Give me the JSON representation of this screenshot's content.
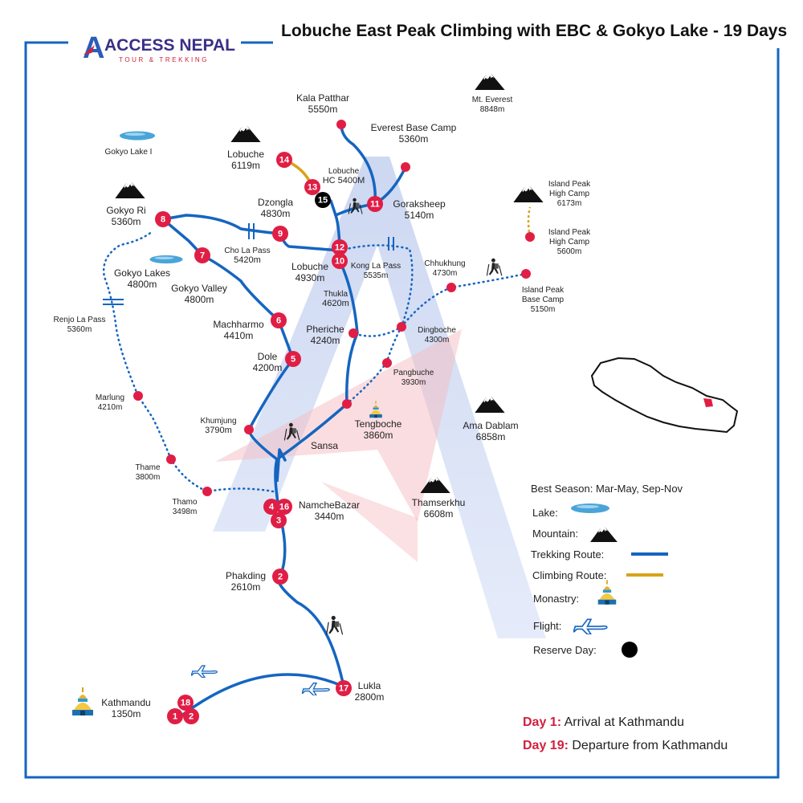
{
  "title": "Lobuche East Peak Climbing with EBC & Gokyo Lake - 19 Days",
  "brand": {
    "name": "ACCESS NEPAL",
    "tagline": "TOUR & TREKKING",
    "logo_letter": "A"
  },
  "colors": {
    "trek": "#1565c0",
    "climb": "#d8a31a",
    "marker": "#e01e45",
    "reserve": "#000000",
    "border": "#1565c0",
    "accent": "#d0203d"
  },
  "places": [
    {
      "id": "kala-patthar",
      "name": "Kala Patthar",
      "alt": "5550m"
    },
    {
      "id": "everest-bc",
      "name": "Everest Base Camp",
      "alt": "5360m"
    },
    {
      "id": "mt-everest",
      "name": "Mt. Everest",
      "alt": "8848m"
    },
    {
      "id": "gokyo-lake-1",
      "name": "Gokyo Lake I",
      "alt": ""
    },
    {
      "id": "lobuche-peak",
      "name": "Lobuche",
      "alt": "6119m"
    },
    {
      "id": "lobuche-hc",
      "name": "Lobuche",
      "alt": "HC 5400M"
    },
    {
      "id": "dzongla",
      "name": "Dzongla",
      "alt": "4830m"
    },
    {
      "id": "gorakshep",
      "name": "Goraksheep",
      "alt": "5140m"
    },
    {
      "id": "gokyo-ri",
      "name": "Gokyo Ri",
      "alt": "5360m"
    },
    {
      "id": "cho-la",
      "name": "Cho La Pass",
      "alt": "5420m"
    },
    {
      "id": "lobuche",
      "name": "Lobuche",
      "alt": "4930m"
    },
    {
      "id": "kong-la",
      "name": "Kong La Pass",
      "alt": "5535m"
    },
    {
      "id": "chhukhung",
      "name": "Chhukhung",
      "alt": "4730m"
    },
    {
      "id": "island-hc",
      "name": "Island Peak\nHigh Camp",
      "alt": "6173m"
    },
    {
      "id": "island-hc2",
      "name": "Island Peak\nHigh Camp",
      "alt": "5600m"
    },
    {
      "id": "island-bc",
      "name": "Island Peak\nBase Camp",
      "alt": "5150m"
    },
    {
      "id": "gokyo-lakes",
      "name": "Gokyo Lakes",
      "alt": "4800m"
    },
    {
      "id": "gokyo-valley",
      "name": "Gokyo Valley",
      "alt": "4800m"
    },
    {
      "id": "thukla",
      "name": "Thukla",
      "alt": "4620m"
    },
    {
      "id": "renjo-la",
      "name": "Renjo La Pass",
      "alt": "5360m"
    },
    {
      "id": "machharmo",
      "name": "Machharmo",
      "alt": "4410m"
    },
    {
      "id": "pheriche",
      "name": "Pheriche",
      "alt": "4240m"
    },
    {
      "id": "dingboche",
      "name": "Dingboche",
      "alt": "4300m"
    },
    {
      "id": "dole",
      "name": "Dole",
      "alt": "4200m"
    },
    {
      "id": "pangbuche",
      "name": "Pangbuche",
      "alt": "3930m"
    },
    {
      "id": "marlung",
      "name": "Marlung",
      "alt": "4210m"
    },
    {
      "id": "khumjung",
      "name": "Khumjung",
      "alt": "3790m"
    },
    {
      "id": "tengboche",
      "name": "Tengboche",
      "alt": "3860m"
    },
    {
      "id": "ama-dablam",
      "name": "Ama Dablam",
      "alt": "6858m"
    },
    {
      "id": "sansa",
      "name": "Sansa",
      "alt": ""
    },
    {
      "id": "thame",
      "name": "Thame",
      "alt": "3800m"
    },
    {
      "id": "thamo",
      "name": "Thamo",
      "alt": "3498m"
    },
    {
      "id": "namche",
      "name": "NamcheBazar",
      "alt": "3440m"
    },
    {
      "id": "thamserkhu",
      "name": "Thamserkhu",
      "alt": "6608m"
    },
    {
      "id": "phakding",
      "name": "Phakding",
      "alt": "2610m"
    },
    {
      "id": "kathmandu",
      "name": "Kathmandu",
      "alt": "1350m"
    },
    {
      "id": "lukla",
      "name": "Lukla",
      "alt": "2800m"
    }
  ],
  "day_markers": [
    "1",
    "2",
    "18",
    "3",
    "4",
    "16",
    "2",
    "5",
    "6",
    "7",
    "8",
    "9",
    "10",
    "11",
    "12",
    "13",
    "14",
    "15",
    "17"
  ],
  "legend": {
    "season": "Best Season: Mar-May, Sep-Nov",
    "lake": "Lake:",
    "mountain": "Mountain:",
    "trek": "Trekking Route:",
    "climb": "Climbing Route:",
    "monastery": "Monastry:",
    "flight": "Flight:",
    "reserve": "Reserve Day:"
  },
  "footer": {
    "d1_label": "Day 1:",
    "d1_text": " Arrival at Kathmandu",
    "d19_label": "Day 19:",
    "d19_text": " Departure from Kathmandu"
  }
}
